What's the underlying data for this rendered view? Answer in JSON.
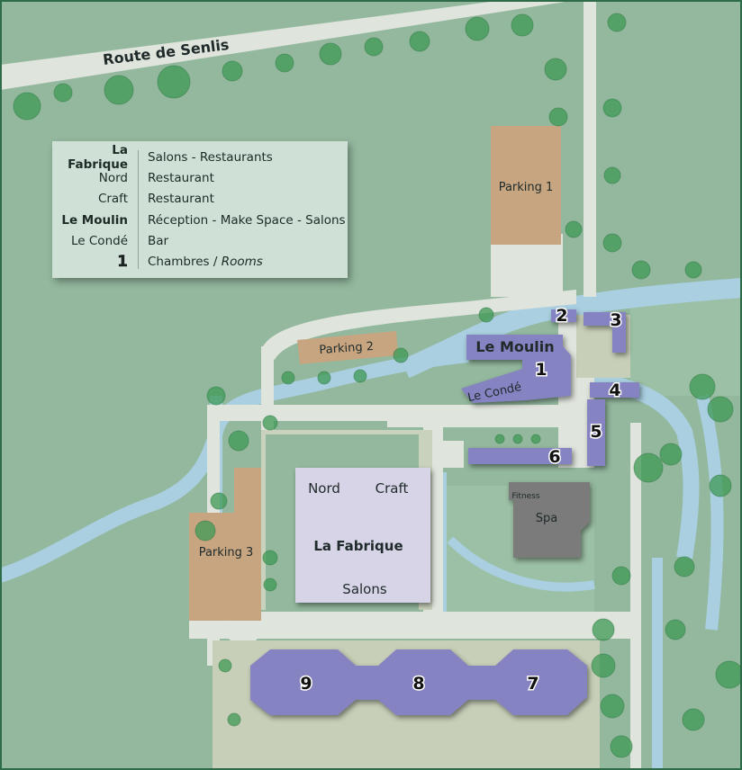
{
  "map": {
    "road_label": "Route de Senlis",
    "parking": [
      "Parking 1",
      "Parking 2",
      "Parking 3"
    ],
    "buildings": {
      "le_moulin": "Le Moulin",
      "le_conde": "Le Condé",
      "nord": "Nord",
      "craft": "Craft",
      "la_fabrique": "La Fabrique",
      "salons": "Salons",
      "fitness": "Fitness",
      "spa": "Spa"
    },
    "room_numbers": [
      "1",
      "2",
      "3",
      "4",
      "5",
      "6",
      "7",
      "8",
      "9"
    ],
    "colors": {
      "grass": "#93b89e",
      "path": "#dfe4dc",
      "water": "#a9cfe0",
      "building": "#8683c2",
      "parking": "#c7a581",
      "spa": "#7b7b7b",
      "fabrique": "#d6d4e6",
      "border": "#2e6b49"
    }
  },
  "legend": {
    "rows": [
      {
        "key": "La Fabrique",
        "value": "Salons - Restaurants"
      },
      {
        "key": "Nord",
        "value": "Restaurant"
      },
      {
        "key": "Craft",
        "value": "Restaurant"
      },
      {
        "key": "Le Moulin",
        "value": "Réception - Make Space - Salons"
      },
      {
        "key": "Le Condé",
        "value": "Bar"
      },
      {
        "key": "1",
        "value": "Chambres",
        "value_italic": "Rooms"
      }
    ]
  }
}
